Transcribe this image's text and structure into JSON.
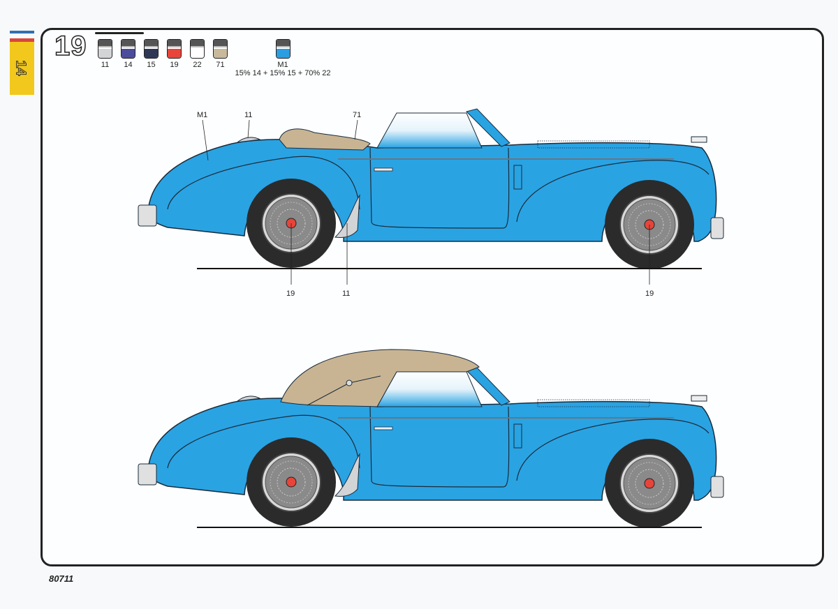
{
  "page_number": "14",
  "step": {
    "number": "19",
    "paints": [
      {
        "code": "11",
        "color": "#d2d4d6"
      },
      {
        "code": "14",
        "color": "#4b4c9c"
      },
      {
        "code": "15",
        "color": "#2e3856"
      },
      {
        "code": "19",
        "color": "#e8443a"
      },
      {
        "code": "22",
        "color": "#ffffff"
      },
      {
        "code": "71",
        "color": "#c8b99b"
      }
    ],
    "mix": {
      "code": "M1",
      "color": "#2a9ee0",
      "formula": "15% 14 + 15% 15 + 70% 22"
    }
  },
  "callouts": {
    "body": "M1",
    "light": "11",
    "tonneau": "71",
    "rear_hub": "19",
    "fender_guard": "11",
    "front_hub": "19"
  },
  "colors": {
    "body": "#2aa3e3",
    "top": "#c8b493",
    "tire": "#2b2b2b"
  },
  "footer": {
    "kit_number": "80711"
  }
}
